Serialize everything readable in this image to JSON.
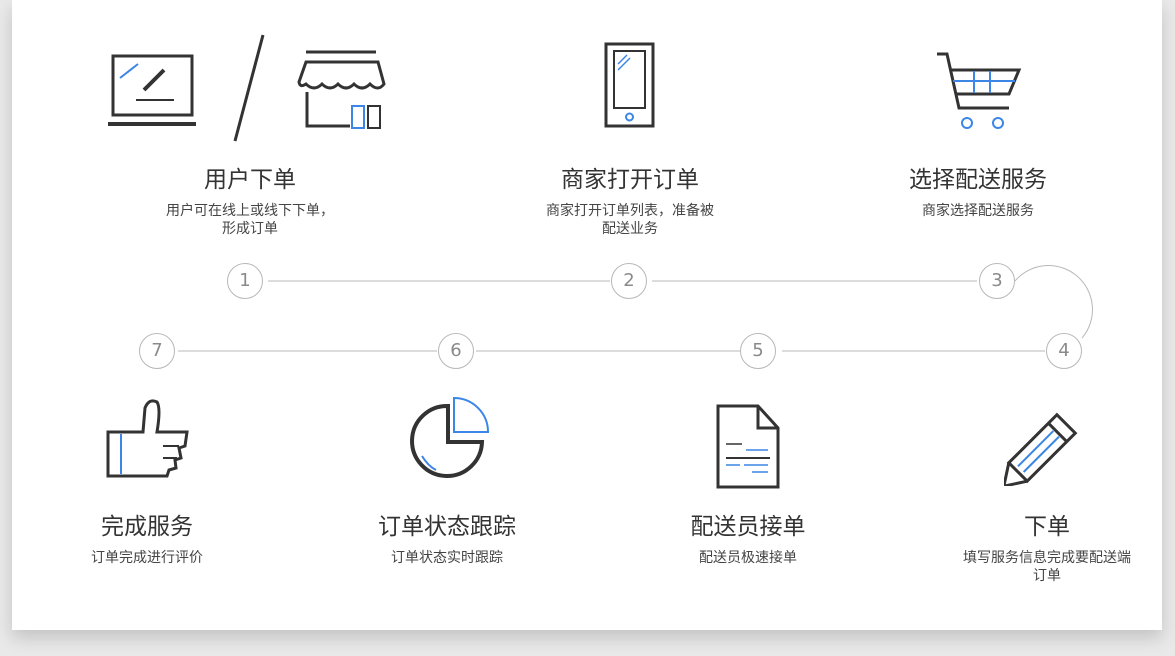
{
  "steps": [
    {
      "num": "1",
      "title": "用户下单",
      "desc": "用户可在线上或线下下单，形成订单"
    },
    {
      "num": "2",
      "title": "商家打开订单",
      "desc": "商家打开订单列表，准备被配送业务"
    },
    {
      "num": "3",
      "title": "选择配送服务",
      "desc": "商家选择配送服务"
    },
    {
      "num": "4",
      "title": "下单",
      "desc": "填写服务信息完成要配送端订单"
    },
    {
      "num": "5",
      "title": "配送员接单",
      "desc": "配送员极速接单"
    },
    {
      "num": "6",
      "title": "订单状态跟踪",
      "desc": "订单状态实时跟踪"
    },
    {
      "num": "7",
      "title": "完成服务",
      "desc": "订单完成进行评价"
    }
  ],
  "colors": {
    "accent": "#3b86e6",
    "stroke": "#333333",
    "line": "#b8b8b8"
  },
  "icons": [
    "laptop-icon",
    "store-icon",
    "phone-icon",
    "cart-icon",
    "pencil-icon",
    "document-icon",
    "pie-chart-icon",
    "thumbs-up-icon"
  ]
}
